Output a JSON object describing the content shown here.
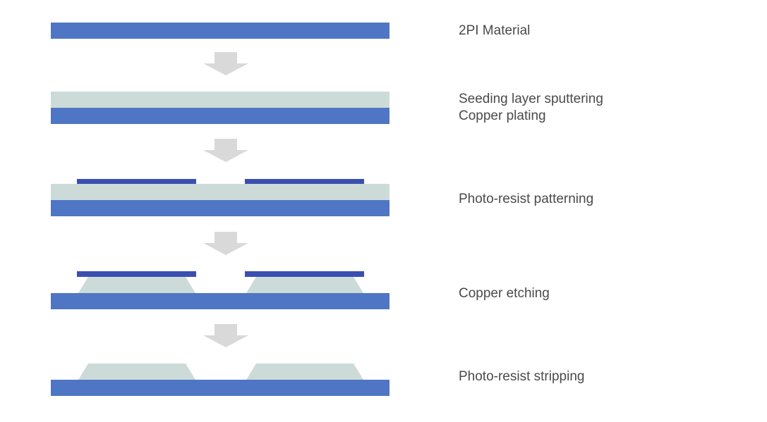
{
  "steps": [
    {
      "lines": [
        "2PI Material"
      ]
    },
    {
      "lines": [
        "Seeding layer sputtering",
        "Copper plating"
      ]
    },
    {
      "lines": [
        "Photo-resist patterning"
      ]
    },
    {
      "lines": [
        "Copper etching"
      ]
    },
    {
      "lines": [
        "Photo-resist stripping"
      ]
    }
  ],
  "colors": {
    "substrate": "#4f76c4",
    "copper_layer": "#ccdbd7",
    "photoresist": "#3a4fb0",
    "arrow": "#d9d9d9",
    "text": "#4a4a4a"
  }
}
